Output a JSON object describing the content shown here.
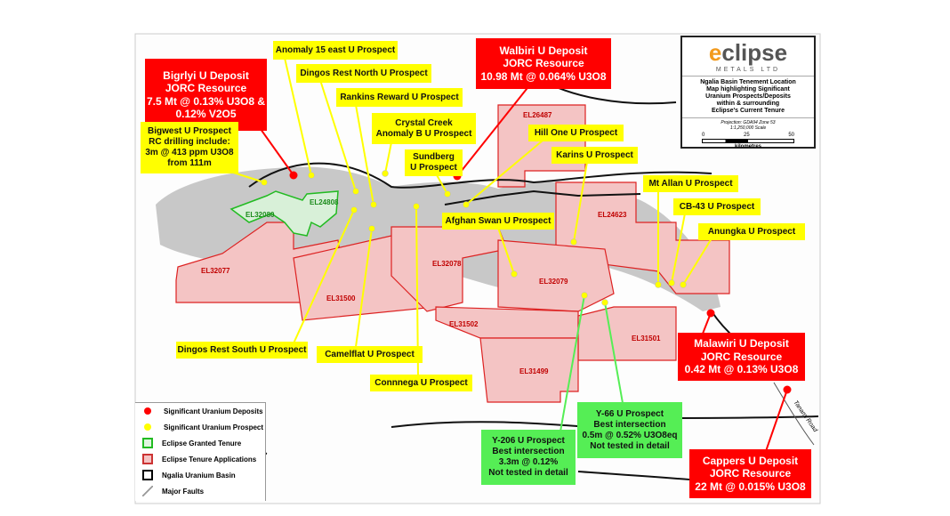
{
  "logo": {
    "brand_prefix": "e",
    "brand_rest": "clipse",
    "subtitle": "METALS LTD",
    "title_lines": [
      "Ngalia Basin Tenement Location",
      "Map highlighting Significant",
      "Uranium Prospects/Deposits",
      "within & surrounding",
      "Eclipse's Current Tenure"
    ],
    "projection": "Projection: GDA94 Zone 53",
    "scale": "1:1,250,000 Scale",
    "scale_ticks": [
      "0",
      "25",
      "50"
    ],
    "scale_unit": "kilometres"
  },
  "deposits": [
    {
      "id": "bigrlyi",
      "lines": [
        "Bigrlyi U Deposit",
        "JORC Resource",
        "7.5 Mt @ 0.13% U3O8 &",
        "0.12% V2O5"
      ]
    },
    {
      "id": "walbiri",
      "lines": [
        "Walbiri U Deposit",
        "JORC Resource",
        "10.98 Mt @ 0.064% U3O8"
      ]
    },
    {
      "id": "malawiri",
      "lines": [
        "Malawiri U Deposit",
        "JORC Resource",
        "0.42 Mt @ 0.13% U3O8"
      ]
    },
    {
      "id": "cappers",
      "lines": [
        "Cappers U Deposit",
        "JORC Resource",
        "22 Mt @ 0.015% U3O8"
      ]
    }
  ],
  "prospects": [
    {
      "id": "bigwest",
      "lines": [
        "Bigwest U Prospect",
        "RC drilling include:",
        "3m @ 413 ppm U3O8",
        "from 111m"
      ]
    },
    {
      "id": "anomaly15",
      "lines": [
        "Anomaly 15 east U Prospect"
      ]
    },
    {
      "id": "dingos-north",
      "lines": [
        "Dingos Rest North U Prospect"
      ]
    },
    {
      "id": "rankins",
      "lines": [
        "Rankins Reward U Prospect"
      ]
    },
    {
      "id": "crystal",
      "lines": [
        "Crystal Creek",
        "Anomaly B U Prospect"
      ]
    },
    {
      "id": "sundberg",
      "lines": [
        "Sundberg",
        "U Prospect"
      ]
    },
    {
      "id": "hillone",
      "lines": [
        "Hill One U Prospect"
      ]
    },
    {
      "id": "karins",
      "lines": [
        "Karins U Prospect"
      ]
    },
    {
      "id": "mtallan",
      "lines": [
        "Mt Allan U Prospect"
      ]
    },
    {
      "id": "cb43",
      "lines": [
        "CB-43 U Prospect"
      ]
    },
    {
      "id": "anungka",
      "lines": [
        "Anungka U Prospect"
      ]
    },
    {
      "id": "afghan",
      "lines": [
        "Afghan Swan U Prospect"
      ]
    },
    {
      "id": "dingos-south",
      "lines": [
        "Dingos Rest South U Prospect"
      ]
    },
    {
      "id": "camelflat",
      "lines": [
        "Camelflat U Prospect"
      ]
    },
    {
      "id": "connnega",
      "lines": [
        "Connnega U Prospect"
      ]
    }
  ],
  "tested": [
    {
      "id": "y206",
      "lines": [
        "Y-206 U Prospect",
        "Best intersection",
        "3.3m @ 0.12%",
        "Not tested in detail"
      ]
    },
    {
      "id": "y66",
      "lines": [
        "Y-66 U Prospect",
        "Best intersection",
        "0.5m @ 0.52% U3O8eq",
        "Not tested in detail"
      ]
    }
  ],
  "tenements": [
    "EL26487",
    "EL32080",
    "EL24808",
    "EL24623",
    "EL32077",
    "EL32078",
    "EL32079",
    "EL31500",
    "EL31502",
    "EL31501",
    "EL31499"
  ],
  "road": "Tanami Road",
  "legend": [
    {
      "label": "Significant Uranium Deposits"
    },
    {
      "label": "Significant Uranium Prospect"
    },
    {
      "label": "Eclipse Granted Tenure"
    },
    {
      "label": "Eclipse Tenure Applications"
    },
    {
      "label": "Ngalia Uranium Basin"
    },
    {
      "label": "Major Faults"
    }
  ],
  "colors": {
    "deposit": "#ff0000",
    "prospect": "#ffff00",
    "tested": "#55ee55",
    "tenure_app": "#f4b8b8",
    "basin": "#c8c8c8",
    "granted": "#22bb22"
  }
}
